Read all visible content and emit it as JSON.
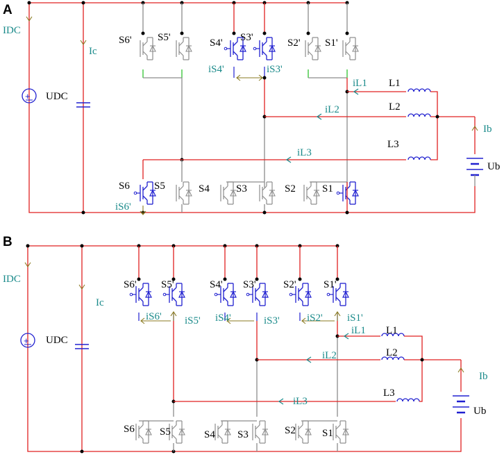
{
  "panels": [
    {
      "letter": "A",
      "labels": {
        "IDC": "IDC",
        "Ic": "Ic",
        "UDC": "UDC",
        "Ib": "Ib",
        "Ub": "Ub",
        "L1": "L1",
        "L2": "L2",
        "L3": "L3",
        "iL1": "iL1",
        "iL2": "iL2",
        "iL3": "iL3",
        "S1": "S1",
        "S2": "S2",
        "S3": "S3",
        "S4": "S4",
        "S5": "S5",
        "S6": "S6",
        "S1p": "S1'",
        "S2p": "S2'",
        "S3p": "S3'",
        "S4p": "S4'",
        "S5p": "S5'",
        "S6p": "S6'",
        "iS4p": "iS4'",
        "iS3p": "iS3'",
        "iS6p": "iS6'"
      }
    },
    {
      "letter": "B",
      "labels": {
        "IDC": "IDC",
        "Ic": "Ic",
        "UDC": "UDC",
        "Ib": "Ib",
        "Ub": "Ub",
        "L1": "L1",
        "L2": "L2",
        "L3": "L3",
        "iL1": "iL1",
        "iL2": "iL2",
        "iL3": "iL3",
        "S1": "S1",
        "S2": "S2",
        "S3": "S3",
        "S4": "S4",
        "S5": "S5",
        "S6": "S6",
        "S1p": "S1'",
        "S2p": "S2'",
        "S3p": "S3'",
        "S4p": "S4'",
        "S5p": "S5'",
        "S6p": "S6'",
        "iS1p": "iS1'",
        "iS2p": "iS2'",
        "iS3p": "iS3'",
        "iS4p": "iS4'",
        "iS5p": "iS5'",
        "iS6p": "iS6'"
      }
    }
  ],
  "colors": {
    "active_wire": "#e02020",
    "inactive_wire": "#8c8c8c",
    "active_switch": "#2020d0",
    "gate": "#1fbf1f",
    "label_teal": "#1a8a8a",
    "arrow": "#8a7a20"
  }
}
